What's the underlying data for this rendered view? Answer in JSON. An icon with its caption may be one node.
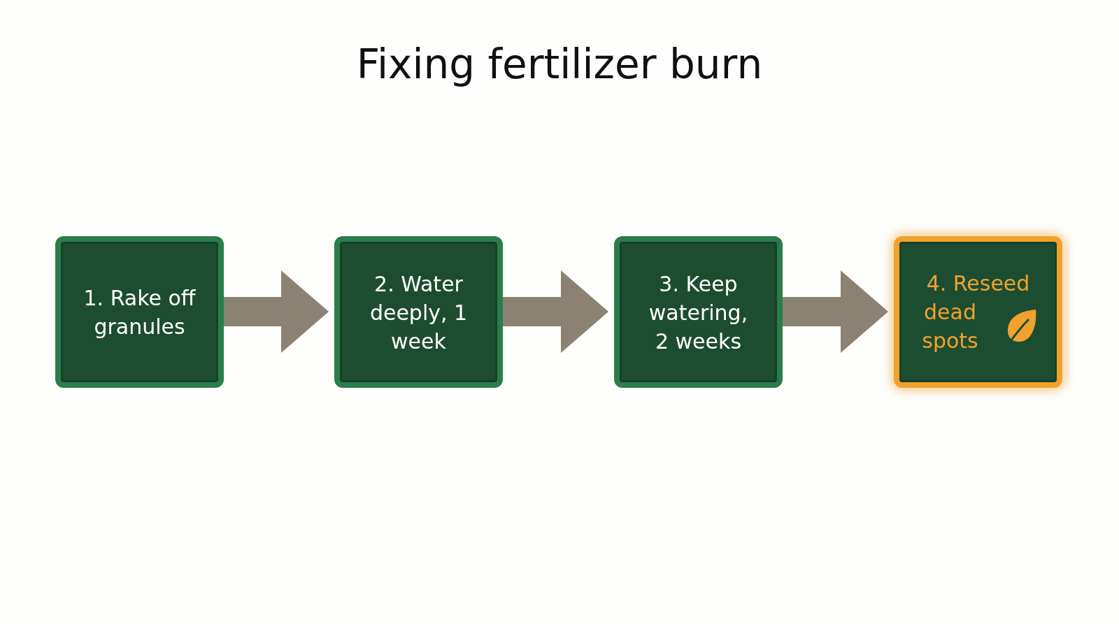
{
  "diagram": {
    "title": "Fixing fertilizer burn",
    "nodes": [
      {
        "text": [
          "1. Rake off granules"
        ]
      },
      {
        "text": [
          "2. Water deeply, 1 week"
        ]
      },
      {
        "text": [
          "3. Keep watering, 2 weeks"
        ]
      },
      {
        "text": [
          "4. Reseed dead spots"
        ]
      }
    ],
    "edges": [
      {
        "from": 0,
        "to": 1,
        "arrow": "to"
      },
      {
        "from": 1,
        "to": 2,
        "arrow": "to"
      },
      {
        "from": 2,
        "to": 3,
        "arrow": "to"
      }
    ]
  }
}
